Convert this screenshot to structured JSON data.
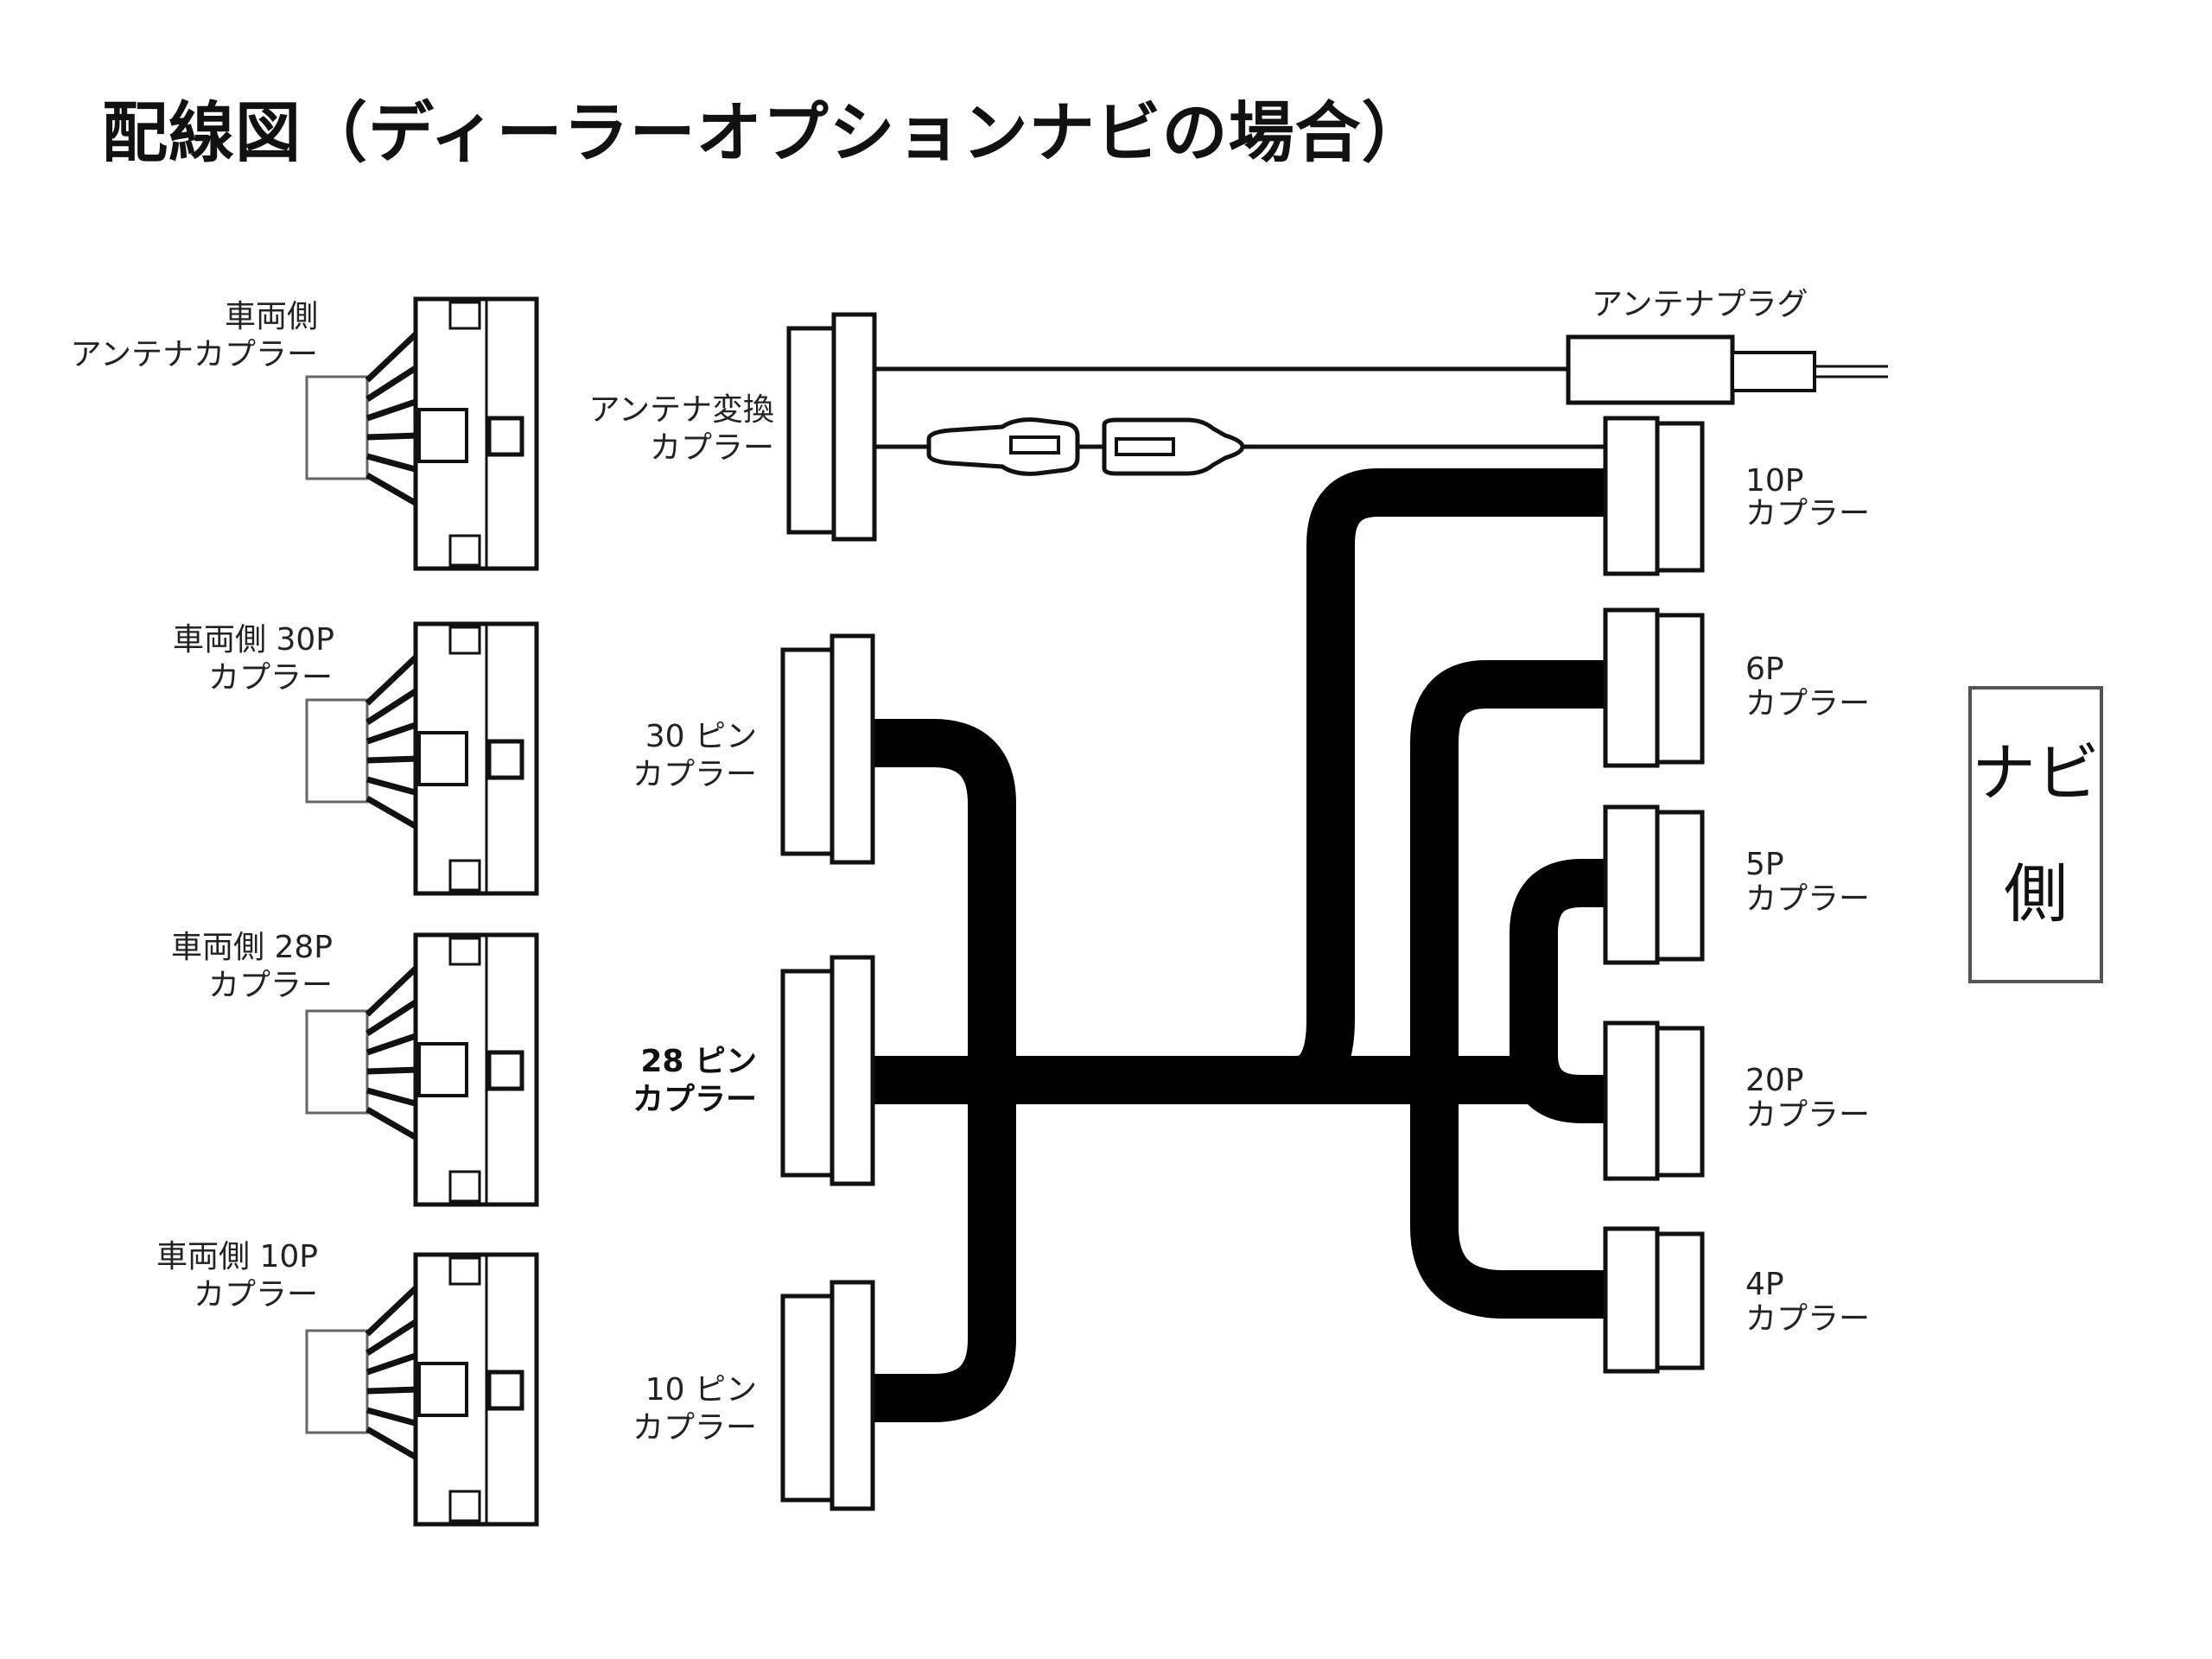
{
  "title": "配線図（ディーラーオプションナビの場合）",
  "colors": {
    "cable": "#000000",
    "line": "#111111",
    "background": "#ffffff",
    "frame": "#555555"
  },
  "vehicle_side": [
    {
      "line1": "車両側",
      "line2": "アンテナカプラー"
    },
    {
      "line1": "車両側 30P",
      "line2": "カプラー"
    },
    {
      "line1": "車両側 28P",
      "line2": "カプラー"
    },
    {
      "line1": "車両側 10P",
      "line2": "カプラー"
    }
  ],
  "harness_side": [
    {
      "line1": "アンテナ変換",
      "line2": "カプラー"
    },
    {
      "line1": "30 ピン",
      "line2": "カプラー"
    },
    {
      "line1": "28 ピン",
      "line2": "カプラー"
    },
    {
      "line1": "10 ピン",
      "line2": "カプラー"
    }
  ],
  "antenna_plug": "アンテナプラグ",
  "navi_connectors": [
    {
      "line1": "10P",
      "line2": "カプラー"
    },
    {
      "line1": "6P",
      "line2": "カプラー"
    },
    {
      "line1": "5P",
      "line2": "カプラー"
    },
    {
      "line1": "20P",
      "line2": "カプラー"
    },
    {
      "line1": "4P",
      "line2": "カプラー"
    }
  ],
  "navi_side": {
    "line1": "ナビ",
    "line2": "側"
  }
}
